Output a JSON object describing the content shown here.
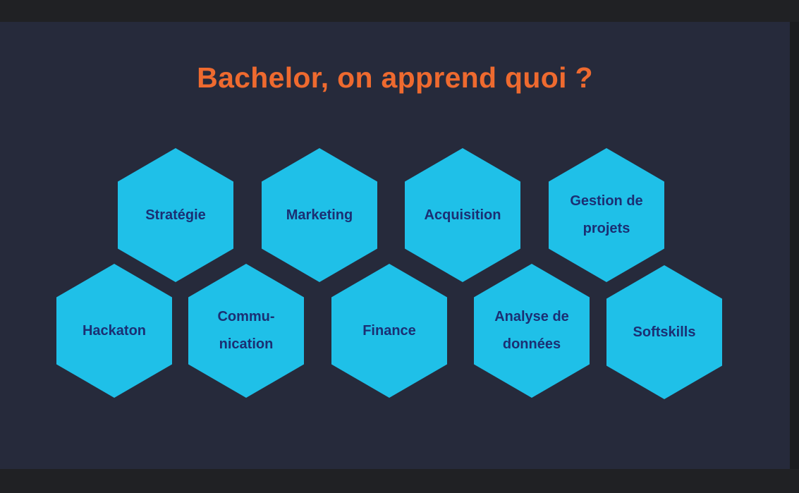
{
  "slide": {
    "title": "Bachelor, on apprend quoi ?",
    "topics": [
      {
        "line1": "Stratégie",
        "line2": ""
      },
      {
        "line1": "Marketing",
        "line2": ""
      },
      {
        "line1": "Acquisition",
        "line2": ""
      },
      {
        "line1": "Gestion de",
        "line2": "projets"
      },
      {
        "line1": "Hackaton",
        "line2": ""
      },
      {
        "line1": "Commu-",
        "line2": "nication"
      },
      {
        "line1": "Finance",
        "line2": ""
      },
      {
        "line1": "Analyse de",
        "line2": "données"
      },
      {
        "line1": "Softskills",
        "line2": ""
      }
    ]
  },
  "colors": {
    "background": "#262a3b",
    "title": "#ee6a2f",
    "hexagon": "#1fc0e8",
    "hexagon_text": "#1b2f73"
  }
}
